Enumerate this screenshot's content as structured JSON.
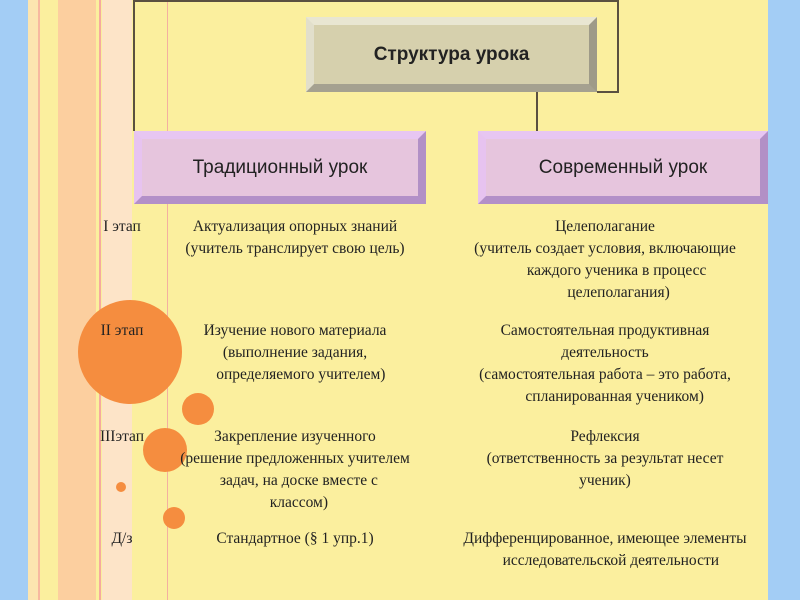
{
  "title": "Структура урока",
  "columns": {
    "traditional": "Традиционный урок",
    "modern": "Современный урок"
  },
  "rows": [
    {
      "stage": "I этап",
      "traditional": "Актуализация опорных знаний\n(учитель транслирует свою цель)",
      "modern": "Целеполагание\n(учитель создает условия, включающие\n      каждого ученика в процесс\n       целеполагания)"
    },
    {
      "stage": "II этап",
      "traditional": "Изучение нового материала\n(выполнение задания,\n   определяемого учителем)",
      "modern": "Самостоятельная продуктивная\nдеятельность\n(самостоятельная работа – это работа,\n     спланированная учеником)"
    },
    {
      "stage": "IIIэтап",
      "traditional": "Закрепление изученного\n(решение предложенных учителем\n  задач, на доске вместе с\n  классом)",
      "modern": "Рефлексия\n(ответственность за результат несет\nученик)"
    },
    {
      "stage": "Д/з",
      "traditional": "Стандартное (§ 1 упр.1)",
      "modern": "Дифференцированное, имеющее элементы\n   исследовательской деятельности"
    }
  ]
}
